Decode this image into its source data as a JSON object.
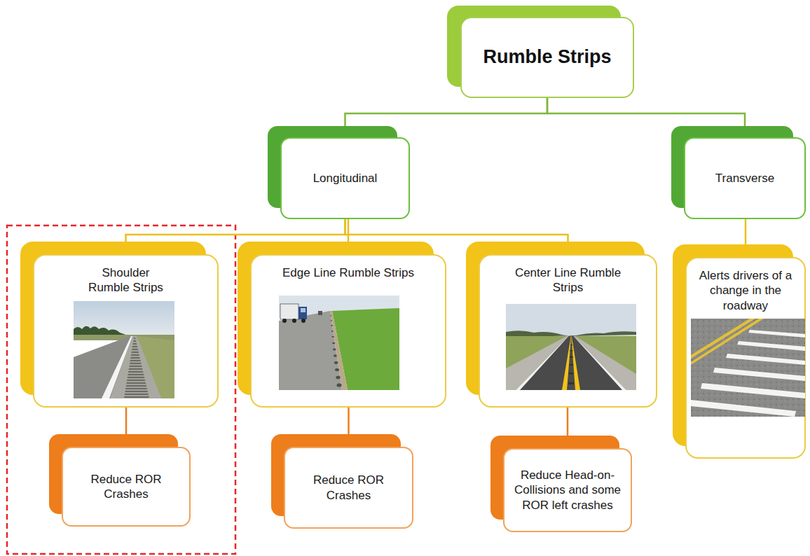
{
  "diagram": {
    "nodes": [
      {
        "text": [
          "Rumble Strips"
        ]
      },
      {
        "text": [
          "Longitudinal"
        ]
      },
      {
        "text": [
          "Transverse"
        ]
      },
      {
        "text": [
          "Shoulder Rumble Strips"
        ]
      },
      {
        "text": [
          "Edge Line Rumble Strips"
        ]
      },
      {
        "text": [
          "Center Line Rumble Strips"
        ]
      },
      {
        "text": [
          "Alerts drivers of a change in the roadway"
        ]
      },
      {
        "text": [
          "Reduce ROR Crashes"
        ]
      },
      {
        "text": [
          "Reduce ROR Crashes"
        ]
      },
      {
        "text": [
          "Reduce Head-on-Collisions and some ROR left crashes"
        ]
      }
    ],
    "edges": [
      {
        "from": 0,
        "to": 1,
        "arrow": "none"
      },
      {
        "from": 0,
        "to": 2,
        "arrow": "none"
      },
      {
        "from": 1,
        "to": 3,
        "arrow": "none"
      },
      {
        "from": 1,
        "to": 4,
        "arrow": "none"
      },
      {
        "from": 1,
        "to": 5,
        "arrow": "none"
      },
      {
        "from": 2,
        "to": 6,
        "arrow": "none"
      },
      {
        "from": 3,
        "to": 7,
        "arrow": "none"
      },
      {
        "from": 4,
        "to": 8,
        "arrow": "none"
      },
      {
        "from": 5,
        "to": 9,
        "arrow": "none"
      }
    ]
  }
}
